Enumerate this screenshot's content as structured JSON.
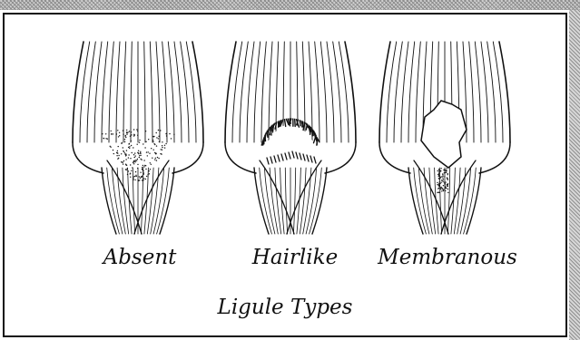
{
  "figure": {
    "caption": "Ligule Types",
    "types": [
      {
        "label": "Absent",
        "icon": "ligule-absent-illustration"
      },
      {
        "label": "Hairlike",
        "icon": "ligule-hairlike-illustration"
      },
      {
        "label": "Membranous",
        "icon": "ligule-membranous-illustration"
      }
    ]
  }
}
